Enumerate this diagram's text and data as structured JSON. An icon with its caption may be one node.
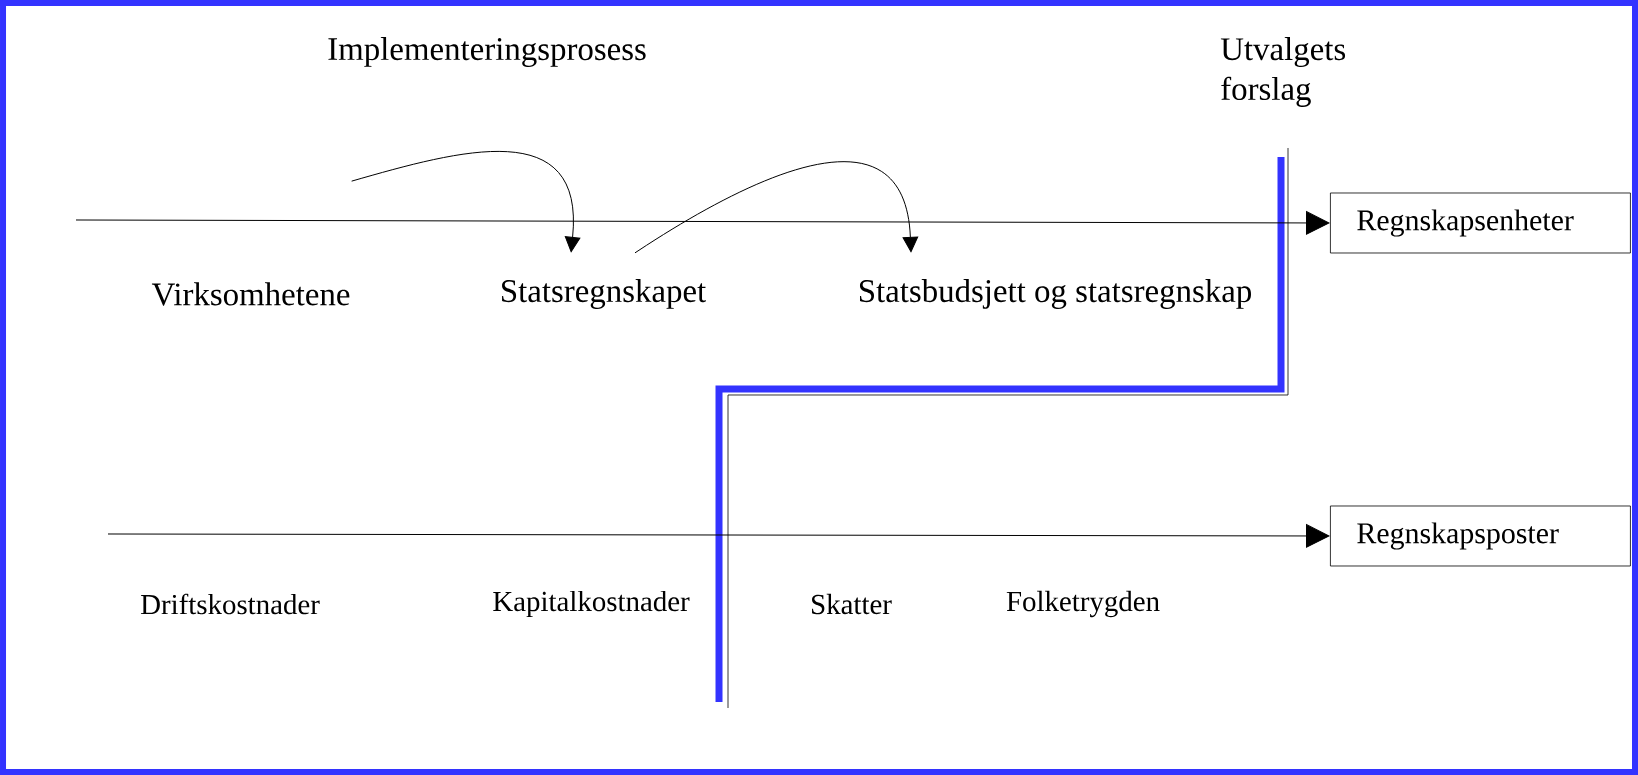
{
  "diagram": {
    "nodes": [
      {
        "text": [
          "Virksomhetene"
        ]
      },
      {
        "text": [
          "Statsregnskapet"
        ]
      },
      {
        "text": [
          "Statsbudsjett og statsregnskap"
        ]
      },
      {
        "text": [
          "Regnskapsenheter"
        ]
      },
      {
        "text": [
          "Regnskapsposter"
        ]
      }
    ],
    "edges": [
      {
        "from": 0,
        "to": 1,
        "arrow": "to"
      },
      {
        "from": 1,
        "to": 2,
        "arrow": "to"
      },
      {
        "from": null,
        "to": 3,
        "arrow": "to"
      },
      {
        "from": null,
        "to": 4,
        "arrow": "to"
      }
    ],
    "labels": [
      "Implementeringsprosess",
      "Utvalgets forslag",
      "Driftskostnader",
      "Kapitalkostnader",
      "Skatter",
      "Folketrygden"
    ]
  }
}
